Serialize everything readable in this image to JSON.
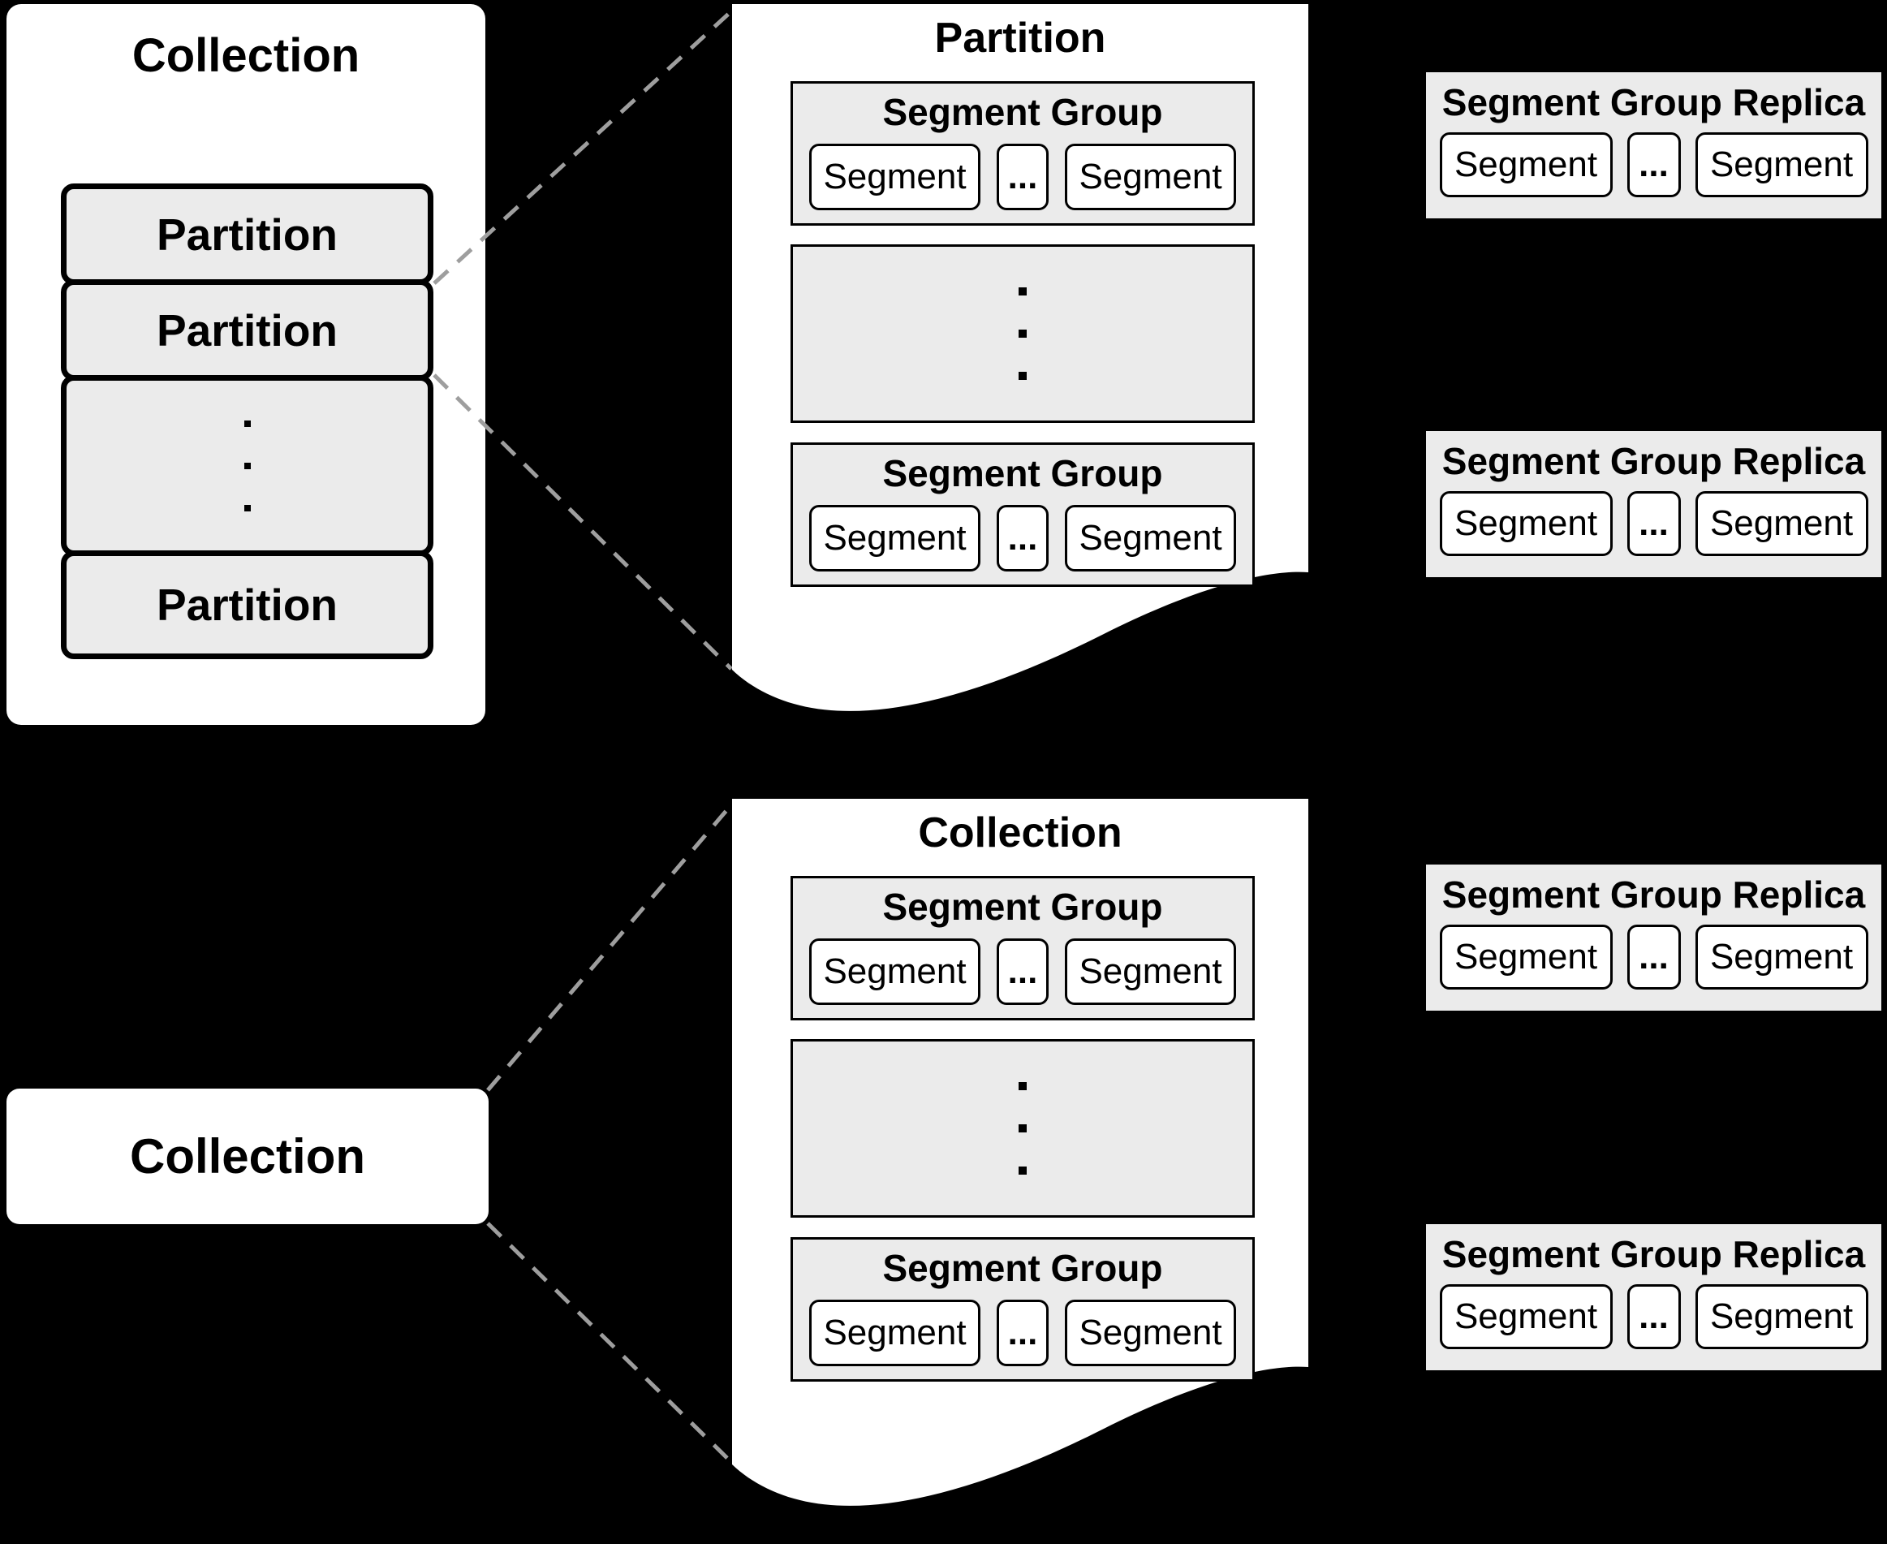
{
  "scene": {
    "background": "#000000"
  },
  "palette": {
    "sheet_fill": "#ffffff",
    "box_fill": "#ebebeb",
    "border": "#000000",
    "dash_line": "#9e9e9e"
  },
  "labels": {
    "partition": "Partition",
    "segment_group": "Segment Group",
    "segment_group_replica": "Segment Group Replica",
    "segment": "Segment",
    "ellipsis": "..."
  },
  "top_left_panel": {
    "title": "Collection"
  },
  "partition_sheet": {
    "title": "Partition"
  },
  "bottom_left_box": {
    "title": "Collection"
  },
  "collection_sheet": {
    "title": "Collection"
  }
}
